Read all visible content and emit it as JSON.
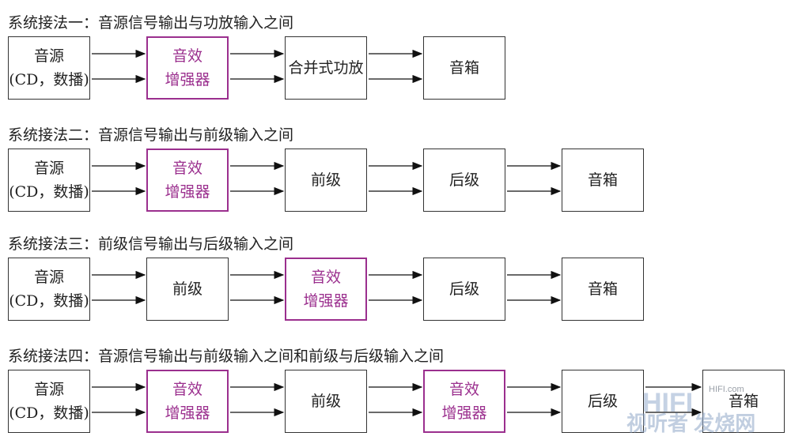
{
  "diagrams": [
    {
      "title": "系统接法一：音源信号输出与功放输入之间",
      "blocks": [
        {
          "label": "音源\n(CD，数播)",
          "effect": false
        },
        {
          "label": "音效\n增强器",
          "effect": true
        },
        {
          "label": "合并式功放",
          "effect": false
        },
        {
          "label": "音箱",
          "effect": false
        }
      ]
    },
    {
      "title": "系统接法二：音源信号输出与前级输入之间",
      "blocks": [
        {
          "label": "音源\n(CD，数播)",
          "effect": false
        },
        {
          "label": "音效\n增强器",
          "effect": true
        },
        {
          "label": "前级",
          "effect": false
        },
        {
          "label": "后级",
          "effect": false
        },
        {
          "label": "音箱",
          "effect": false
        }
      ]
    },
    {
      "title": "系统接法三：前级信号输出与后级输入之间",
      "blocks": [
        {
          "label": "音源\n(CD，数播)",
          "effect": false
        },
        {
          "label": "前级",
          "effect": false
        },
        {
          "label": "音效\n增强器",
          "effect": true
        },
        {
          "label": "后级",
          "effect": false
        },
        {
          "label": "音箱",
          "effect": false
        }
      ]
    },
    {
      "title": "系统接法四：音源信号输出与前级输入之间和前级与后级输入之间",
      "blocks": [
        {
          "label": "音源\n(CD，数播)",
          "effect": false
        },
        {
          "label": "音效\n增强器",
          "effect": true
        },
        {
          "label": "前级",
          "effect": false
        },
        {
          "label": "音效\n增强器",
          "effect": true
        },
        {
          "label": "后级",
          "effect": false
        },
        {
          "label": "音箱",
          "effect": false
        }
      ]
    }
  ],
  "watermark": {
    "logo_text": "HIFI",
    "small_text": "HIFI.com",
    "site_text": "视听者 发烧网"
  },
  "colors": {
    "effect_block": "#9b2f8e",
    "normal_block": "#333333",
    "arrow": "#111111"
  }
}
